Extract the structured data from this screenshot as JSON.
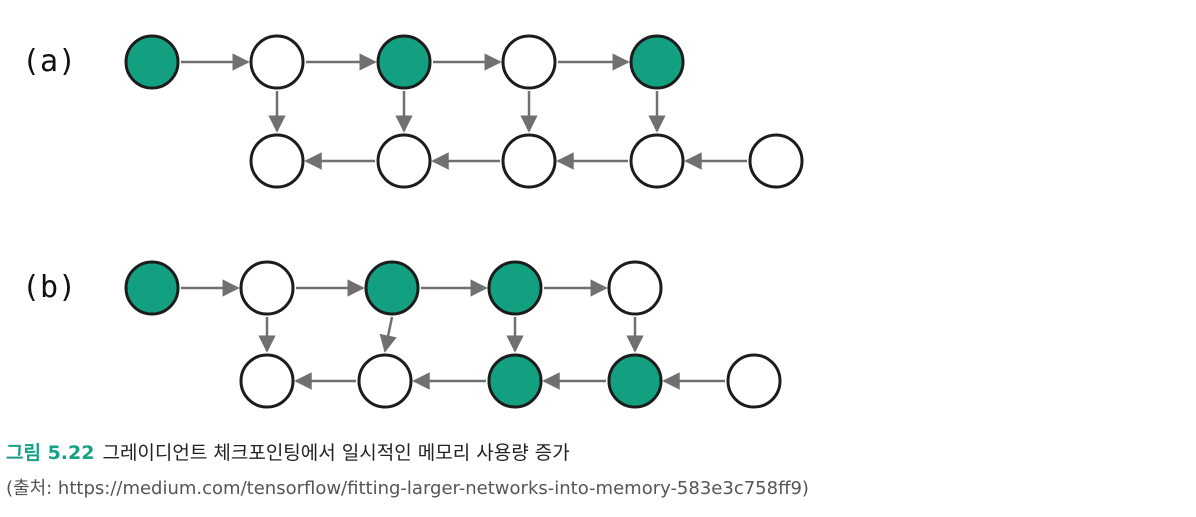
{
  "colors": {
    "filled": "#12a080",
    "empty": "#ffffff",
    "stroke": "#1c1c1c",
    "arrow": "#707070",
    "accent": "#16a085"
  },
  "diagrams": [
    {
      "label": "(a)",
      "top_row": [
        true,
        false,
        true,
        false,
        true
      ],
      "bottom_row": [
        false,
        false,
        false,
        false,
        false
      ]
    },
    {
      "label": "(b)",
      "top_row": [
        true,
        false,
        true,
        true,
        false
      ],
      "bottom_row": [
        false,
        false,
        true,
        true,
        false
      ]
    }
  ],
  "caption": {
    "number": "그림 5.22",
    "text": "그레이디언트 체크포인팅에서 일시적인 메모리 사용량 증가"
  },
  "source": "(출처: https://medium.com/tensorflow/fitting-larger-networks-into-memory-583e3c758ff9)"
}
